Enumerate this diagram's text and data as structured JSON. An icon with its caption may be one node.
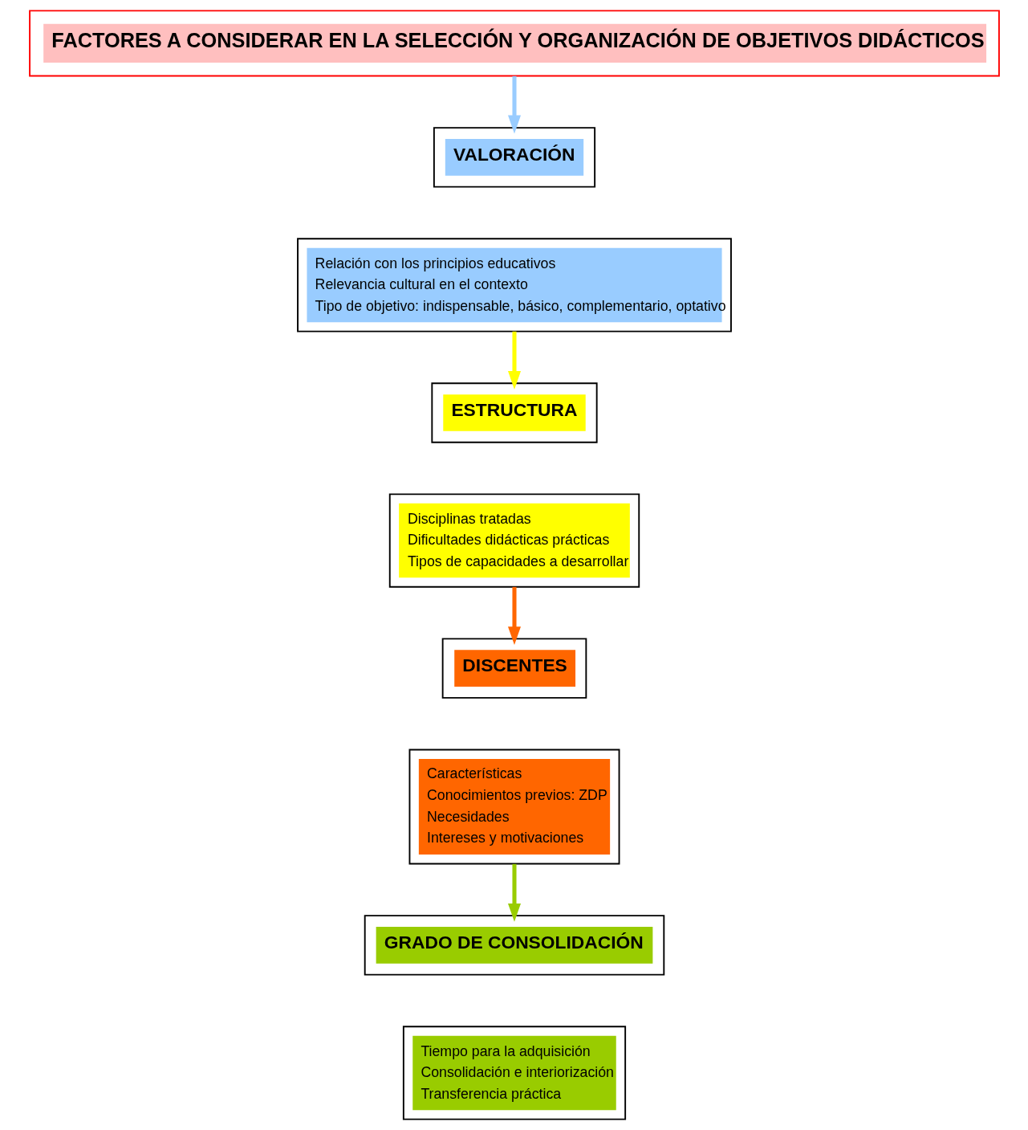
{
  "diagram": {
    "nodes": [
      {
        "text": [
          "FACTORES A CONSIDERAR EN LA SELECCIÓN Y ORGANIZACIÓN DE OBJETIVOS DIDÁCTICOS"
        ]
      },
      {
        "text": [
          "VALORACIÓN"
        ]
      },
      {
        "text": [
          "Relación con los principios educativos",
          "Relevancia cultural en el contexto",
          "Tipo de objetivo: indispensable, básico, complementario, optativo"
        ]
      },
      {
        "text": [
          "ESTRUCTURA"
        ]
      },
      {
        "text": [
          "Disciplinas tratadas",
          "Dificultades didácticas prácticas",
          "Tipos de capacidades a desarrollar"
        ]
      },
      {
        "text": [
          "DISCENTES"
        ]
      },
      {
        "text": [
          "Características",
          "Conocimientos previos: ZDP",
          "Necesidades",
          "Intereses y motivaciones"
        ]
      },
      {
        "text": [
          "GRADO DE CONSOLIDACIÓN"
        ]
      },
      {
        "text": [
          "Tiempo para la adquisición",
          "Consolidación e interiorización",
          "Transferencia práctica"
        ]
      }
    ],
    "edges": [
      {
        "from": 0,
        "to": 1,
        "arrow": "to",
        "color": "#99ccff"
      },
      {
        "from": 2,
        "to": 3,
        "arrow": "to",
        "color": "#ffff00"
      },
      {
        "from": 4,
        "to": 5,
        "arrow": "to",
        "color": "#ff6600"
      },
      {
        "from": 6,
        "to": 7,
        "arrow": "to",
        "color": "#99cc00"
      }
    ]
  }
}
